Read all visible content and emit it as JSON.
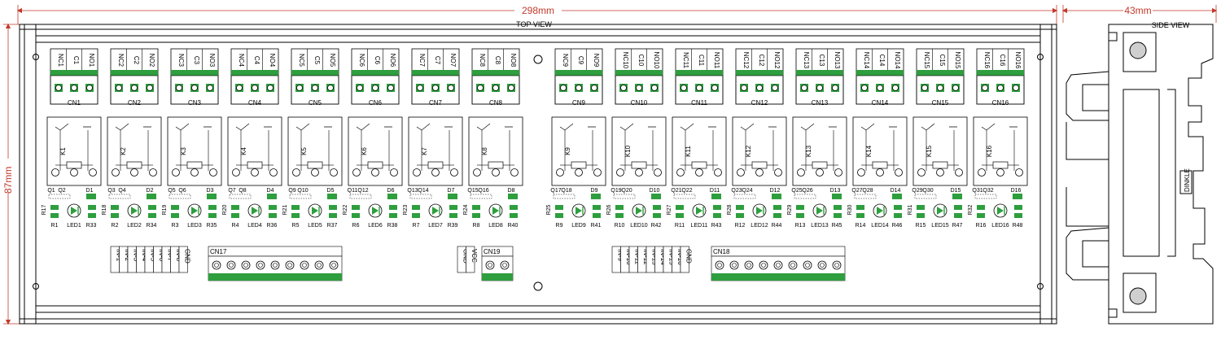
{
  "dimensions": {
    "width_label": "298mm",
    "height_label": "87mm",
    "side_label": "43mm"
  },
  "views": {
    "top": "TOP VIEW",
    "side": "SIDE VIEW"
  },
  "side_label": "DINKLE",
  "colors": {
    "board": "#2e9e3e",
    "pad": "#ffffff",
    "dim": "#c0392b",
    "outline": "#000000"
  },
  "left_group": {
    "relays": [
      {
        "nc": "NC1",
        "c": "C1",
        "no": "NO1",
        "cn": "CN1",
        "k": "K1",
        "qa": "Q1",
        "qb": "Q2",
        "d": "D1",
        "ra": "R17",
        "rb": "R1",
        "led": "LED1",
        "rc": "R33"
      },
      {
        "nc": "NC2",
        "c": "C2",
        "no": "NO2",
        "cn": "CN2",
        "k": "K2",
        "qa": "Q3",
        "qb": "Q4",
        "d": "D2",
        "ra": "R18",
        "rb": "R2",
        "led": "LED2",
        "rc": "R34"
      },
      {
        "nc": "NC3",
        "c": "C3",
        "no": "NO3",
        "cn": "CN3",
        "k": "K3",
        "qa": "Q5",
        "qb": "Q6",
        "d": "D3",
        "ra": "R19",
        "rb": "R3",
        "led": "LED3",
        "rc": "R35"
      },
      {
        "nc": "NC4",
        "c": "C4",
        "no": "NO4",
        "cn": "CN4",
        "k": "K4",
        "qa": "Q7",
        "qb": "Q8",
        "d": "D4",
        "ra": "R20",
        "rb": "R4",
        "led": "LED4",
        "rc": "R36"
      },
      {
        "nc": "NC5",
        "c": "C5",
        "no": "NO5",
        "cn": "CN5",
        "k": "K5",
        "qa": "Q9",
        "qb": "Q10",
        "d": "D5",
        "ra": "R21",
        "rb": "R5",
        "led": "LED5",
        "rc": "R37"
      },
      {
        "nc": "NC6",
        "c": "C6",
        "no": "NO6",
        "cn": "CN6",
        "k": "K6",
        "qa": "Q11",
        "qb": "Q12",
        "d": "D6",
        "ra": "R22",
        "rb": "R6",
        "led": "LED6",
        "rc": "R38"
      },
      {
        "nc": "NC7",
        "c": "C7",
        "no": "NO7",
        "cn": "CN7",
        "k": "K7",
        "qa": "Q13",
        "qb": "Q14",
        "d": "D7",
        "ra": "R23",
        "rb": "R7",
        "led": "LED7",
        "rc": "R39"
      },
      {
        "nc": "NC8",
        "c": "C8",
        "no": "NO8",
        "cn": "CN8",
        "k": "K8",
        "qa": "Q15",
        "qb": "Q16",
        "d": "D8",
        "ra": "R24",
        "rb": "R8",
        "led": "LED8",
        "rc": "R40"
      }
    ]
  },
  "right_group": {
    "relays": [
      {
        "nc": "NC9",
        "c": "C9",
        "no": "NO9",
        "cn": "CN9",
        "k": "K9",
        "qa": "Q17",
        "qb": "Q18",
        "d": "D9",
        "ra": "R25",
        "rb": "R9",
        "led": "LED9",
        "rc": "R41"
      },
      {
        "nc": "NC10",
        "c": "C10",
        "no": "NO10",
        "cn": "CN10",
        "k": "K10",
        "qa": "Q19",
        "qb": "Q20",
        "d": "D10",
        "ra": "R26",
        "rb": "R10",
        "led": "LED10",
        "rc": "R42"
      },
      {
        "nc": "NC11",
        "c": "C11",
        "no": "NO11",
        "cn": "CN11",
        "k": "K11",
        "qa": "Q21",
        "qb": "Q22",
        "d": "D11",
        "ra": "R27",
        "rb": "R11",
        "led": "LED11",
        "rc": "R43"
      },
      {
        "nc": "NC12",
        "c": "C12",
        "no": "NO12",
        "cn": "CN12",
        "k": "K12",
        "qa": "Q23",
        "qb": "Q24",
        "d": "D12",
        "ra": "R28",
        "rb": "R12",
        "led": "LED12",
        "rc": "R44"
      },
      {
        "nc": "NC13",
        "c": "C13",
        "no": "NO13",
        "cn": "CN13",
        "k": "K13",
        "qa": "Q25",
        "qb": "Q26",
        "d": "D13",
        "ra": "R29",
        "rb": "R13",
        "led": "LED13",
        "rc": "R45"
      },
      {
        "nc": "NC14",
        "c": "C14",
        "no": "NO14",
        "cn": "CN14",
        "k": "K14",
        "qa": "Q27",
        "qb": "Q28",
        "d": "D14",
        "ra": "R30",
        "rb": "R14",
        "led": "LED14",
        "rc": "R46"
      },
      {
        "nc": "NC15",
        "c": "C15",
        "no": "NO15",
        "cn": "CN15",
        "k": "K15",
        "qa": "Q29",
        "qb": "Q30",
        "d": "D15",
        "ra": "R31",
        "rb": "R15",
        "led": "LED15",
        "rc": "R47"
      },
      {
        "nc": "NC16",
        "c": "C16",
        "no": "NO16",
        "cn": "CN16",
        "k": "K16",
        "qa": "Q31",
        "qb": "Q32",
        "d": "D16",
        "ra": "R32",
        "rb": "R16",
        "led": "LED16",
        "rc": "R48"
      }
    ]
  },
  "inputs": {
    "cn17": {
      "name": "CN17",
      "pins": [
        "IN-1",
        "IN-2",
        "IN-3",
        "IN-4",
        "IN-5",
        "IN-6",
        "IN-7",
        "IN-8",
        "GND"
      ]
    },
    "cn19": {
      "name": "CN19",
      "pins": [
        "GND",
        "VCC"
      ]
    },
    "cn18": {
      "name": "CN18",
      "pins": [
        "IN-9",
        "IN-10",
        "IN-11",
        "IN-12",
        "IN-13",
        "IN-14",
        "IN-15",
        "IN-16",
        "GND"
      ]
    }
  }
}
